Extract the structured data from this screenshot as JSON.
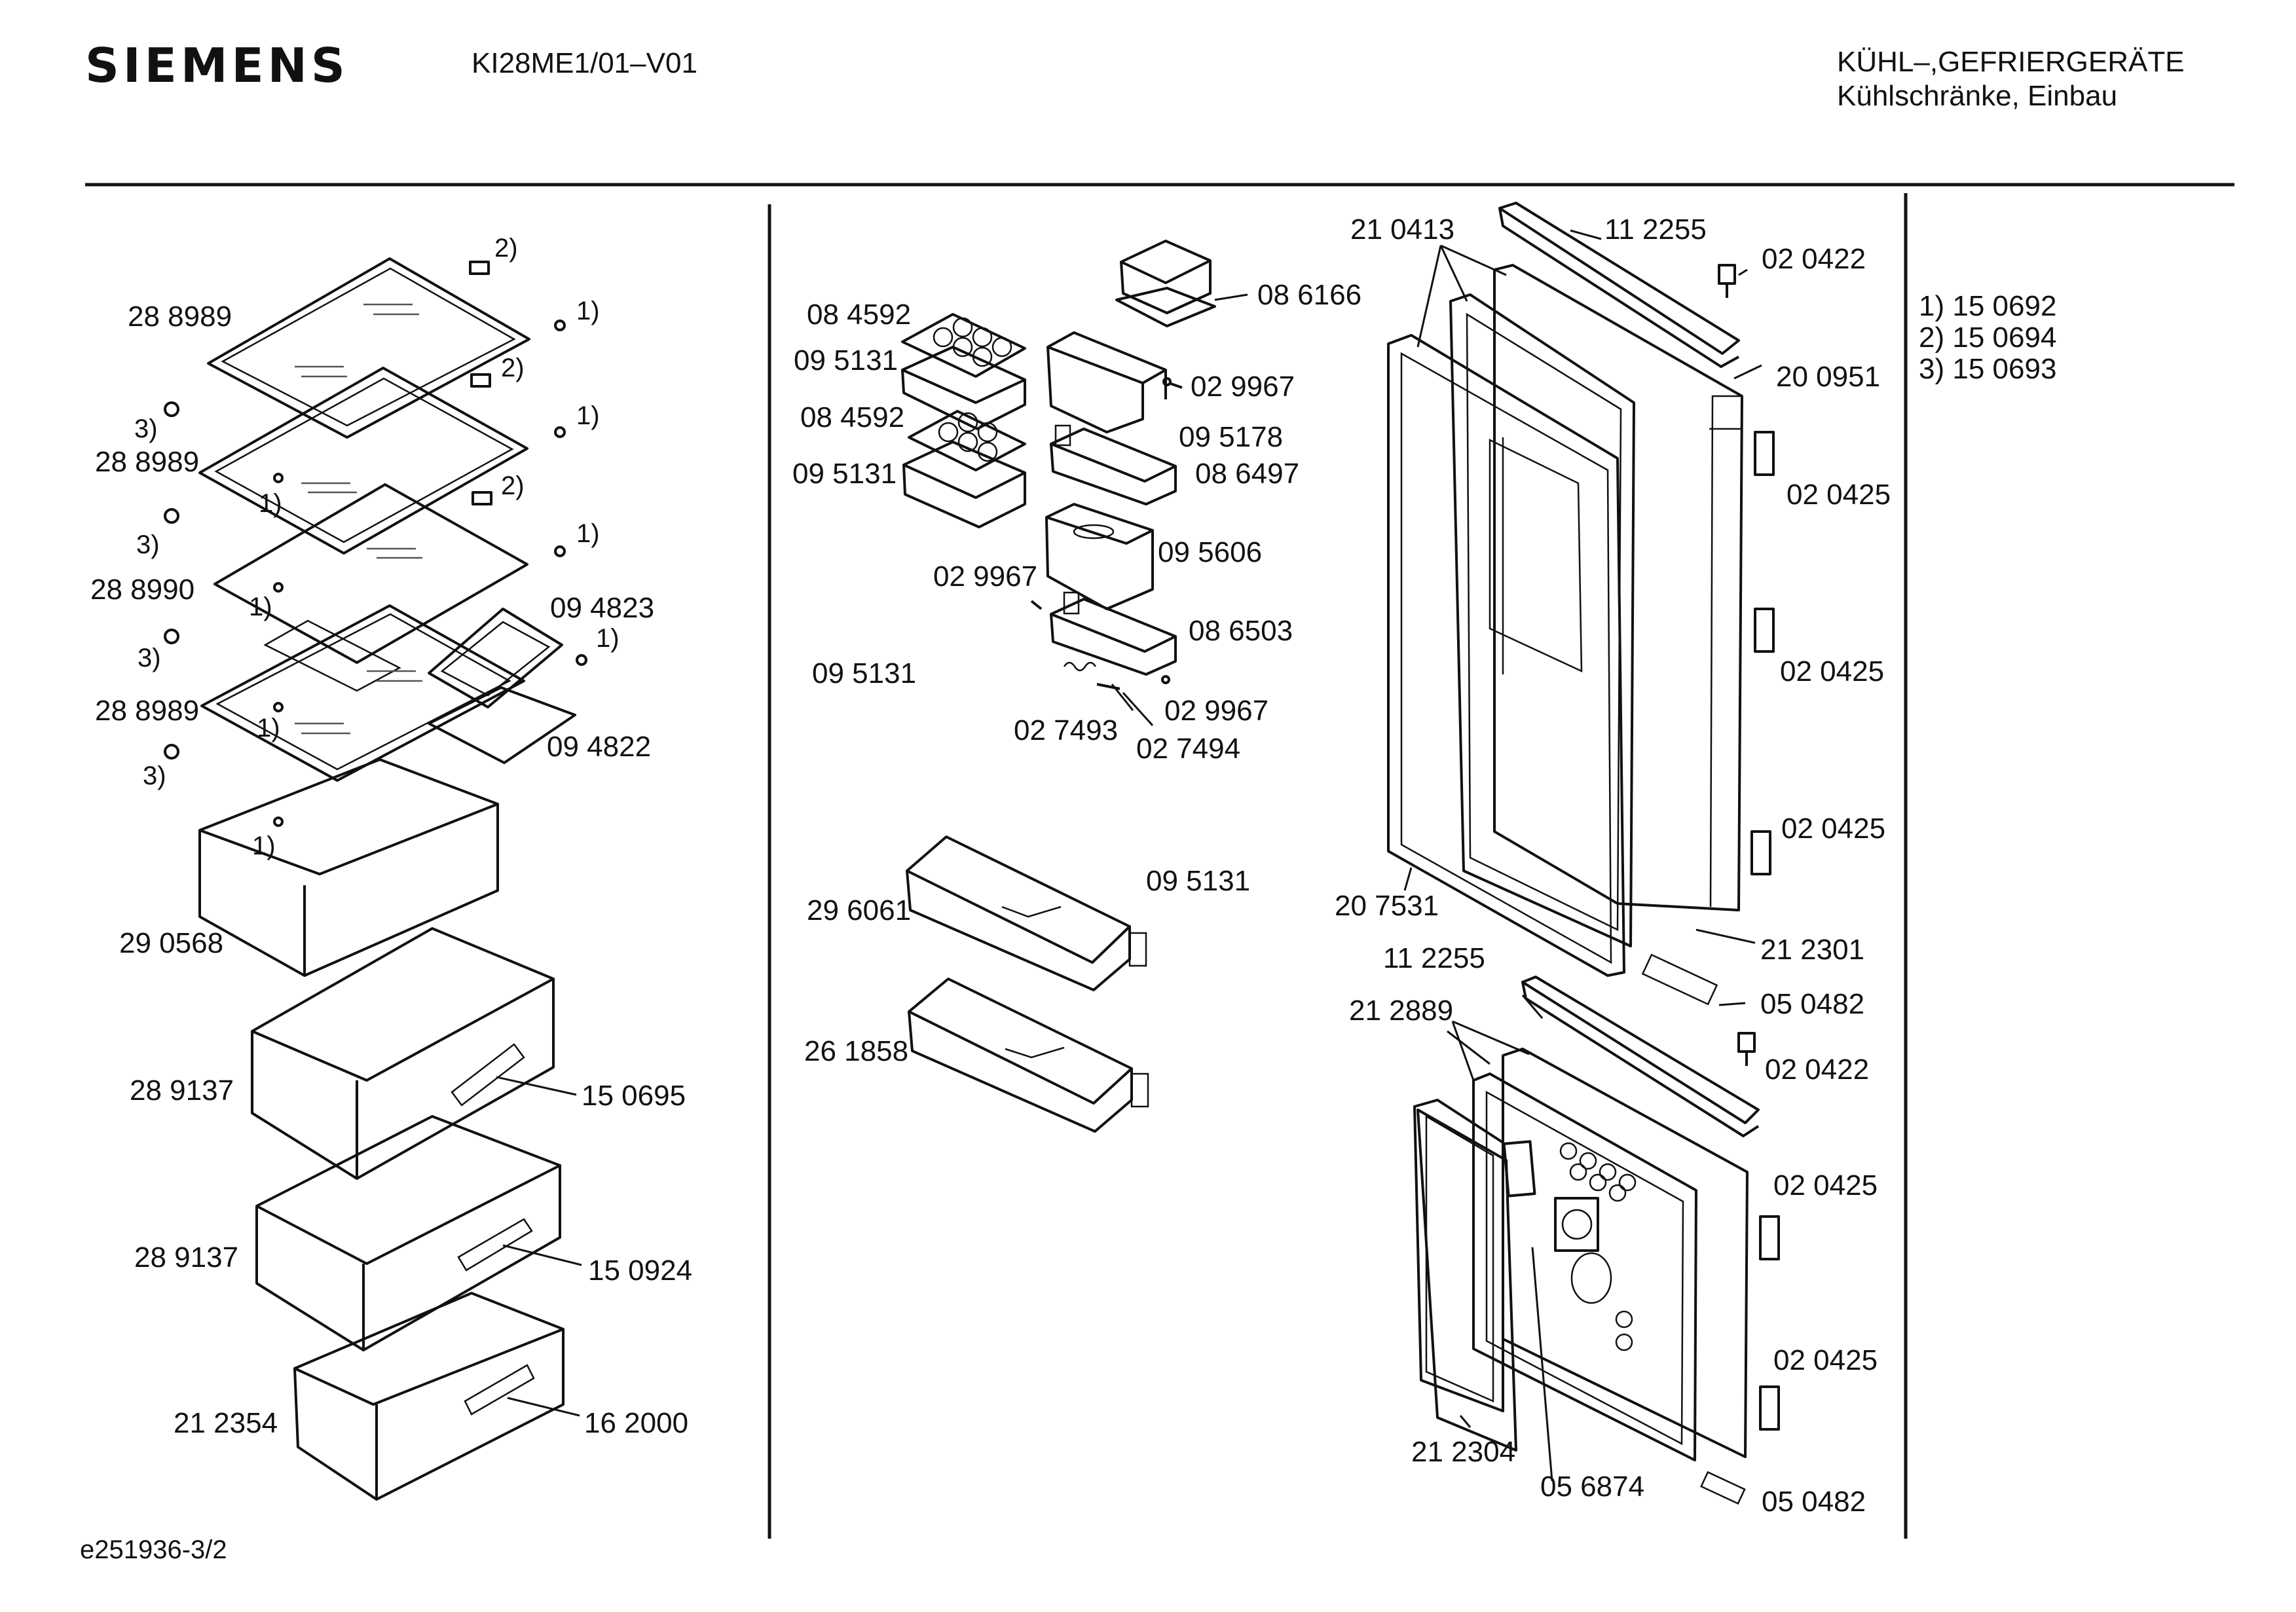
{
  "header": {
    "brand": "SIEMENS",
    "model": "KI28ME1/01–V01",
    "category": "KÜHL–,GEFRIERGERÄTE",
    "subcategory": "Kühlschränke, Einbau"
  },
  "footer": {
    "drawing_id": "e251936-3/2"
  },
  "legend": [
    {
      "key": "1)",
      "part": "15 0692"
    },
    {
      "key": "2)",
      "part": "15 0694"
    },
    {
      "key": "3)",
      "part": "15 0693"
    }
  ],
  "left_panel": {
    "labels": [
      "28 8989",
      "28 8989",
      "28 8990",
      "28 8989",
      "09 4823",
      "09 4822",
      "29 0568",
      "28 9137",
      "15 0695",
      "28 9137",
      "15 0924",
      "21 2354",
      "16 2000"
    ],
    "notes": [
      "2)",
      "1)",
      "2)",
      "1)",
      "3)",
      "2)",
      "1)",
      "1)",
      "3)",
      "1)",
      "1)",
      "3)",
      "1)",
      "3)",
      "1)"
    ]
  },
  "middle_panel": {
    "labels": [
      "08 6166",
      "08 4592",
      "09 5131",
      "02 9967",
      "08 4592",
      "09 5178",
      "09 5131",
      "08 6497",
      "09 5606",
      "02 9967",
      "08 6503",
      "09 5131",
      "02 9967",
      "02 7493",
      "02 7494",
      "09 5131",
      "29 6061",
      "26 1858"
    ]
  },
  "right_panel": {
    "labels": [
      "21 0413",
      "11 2255",
      "02 0422",
      "20 0951",
      "02 0425",
      "02 0425",
      "02 0425",
      "20 7531",
      "21 2301",
      "11 2255",
      "21 2889",
      "05 0482",
      "02 0422",
      "02 0425",
      "02 0425",
      "21 2304",
      "05 6874",
      "05 0482"
    ]
  }
}
